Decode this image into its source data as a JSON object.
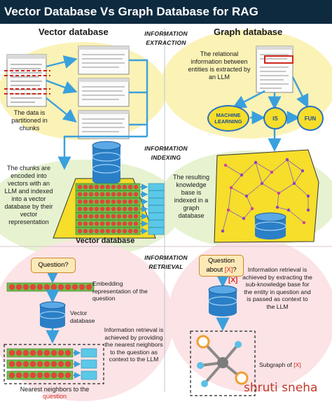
{
  "title": "Vector Database Vs Graph Database for RAG",
  "headers": {
    "vector": "Vector database",
    "graph": "Graph database"
  },
  "stages": {
    "extraction_1": "INFORMATION",
    "extraction_2": "EXTRACTION",
    "indexing_1": "INFORMATION",
    "indexing_2": "INDEXING",
    "retrieval_1": "INFORMATION",
    "retrieval_2": "RETRIEVAL"
  },
  "vector_side": {
    "partition_text": "The data is partitioned in chunks",
    "encode_text": "The chunks are encoded into vectors with an LLM and indexed into a vector database by their vector representation",
    "db_label": "Vector database",
    "question": "Question?",
    "embed_text": "Embedding representation of the question",
    "vector_db_small": "Vector database",
    "retrieval_text": "Information retrieval is achieved by providing the nearest neighbors to the question as context to the LLM",
    "neighbors_line1": "Nearest neighbors to the",
    "neighbors_line2": "question"
  },
  "graph_side": {
    "relation_text": "The relational information between entities is extracted by an LLM",
    "node_ml": "MACHINE LEARNING",
    "node_is": "IS",
    "node_fun": "FUN",
    "kb_text": "The resulting knowledge base is indexed in a graph database",
    "question_line1": "Question",
    "question_line2_prefix": "about ",
    "question_x": "[X]",
    "question_line2_suffix": "?",
    "x_label": "[X]",
    "retrieval_text": "Information retrieval is achieved by extracting the sub-knowledge base for the entity in question and is passed as context to the LLM",
    "subgraph_prefix": "Subgraph of ",
    "subgraph_x": "[X]"
  },
  "brand": "shruti sneha",
  "colors": {
    "title_bg": "#0e2a3f",
    "arrow": "#3aa0dc",
    "accent_red": "#d0271f",
    "node_yellow": "#f6de2a",
    "db_blue": "#2b7fc6"
  }
}
